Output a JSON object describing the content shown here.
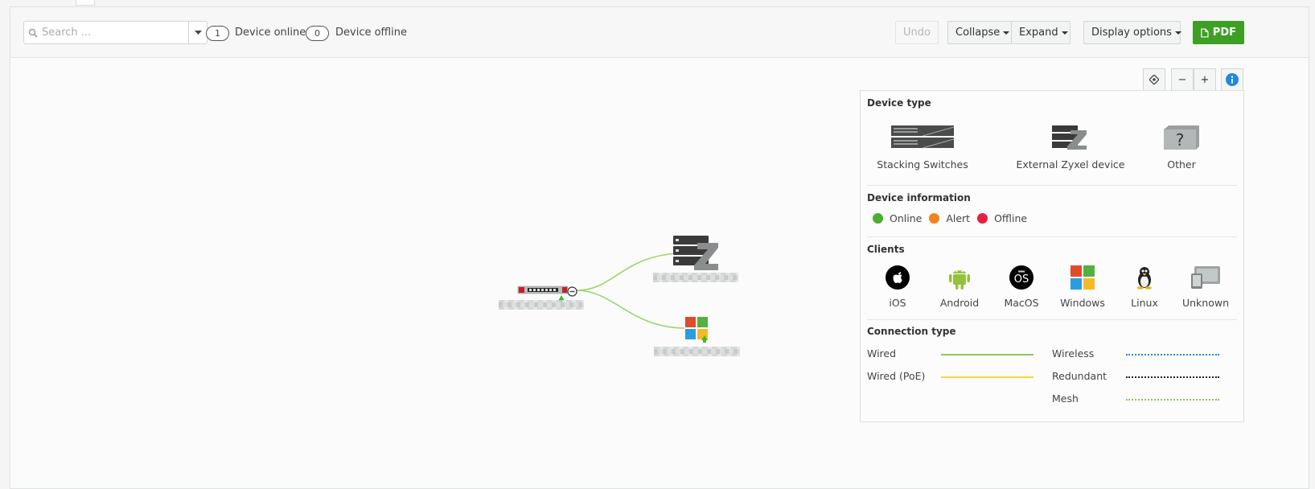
{
  "toolbar": {
    "search_placeholder": "Search ...",
    "online_count": "1",
    "online_label": "Device online",
    "offline_count": "0",
    "offline_label": "Device offline",
    "undo": "Undo",
    "collapse": "Collapse",
    "expand": "Expand",
    "display_options": "Display options",
    "pdf": "PDF"
  },
  "map_controls": {
    "locate_icon": "locate-icon",
    "zoom_out": "−",
    "zoom_in": "+",
    "info_icon": "info-icon"
  },
  "legend": {
    "device_type_title": "Device type",
    "device_types": [
      "Stacking Switches",
      "External Zyxel device",
      "Other"
    ],
    "device_info_title": "Device information",
    "statuses": [
      {
        "label": "Online",
        "color": "#4cae2c"
      },
      {
        "label": "Alert",
        "color": "#f5821f"
      },
      {
        "label": "Offline",
        "color": "#e8203d"
      }
    ],
    "clients_title": "Clients",
    "clients": [
      "iOS",
      "Android",
      "MacOS",
      "Windows",
      "Linux",
      "Unknown"
    ],
    "connection_title": "Connection type",
    "connections": [
      {
        "label": "Wired",
        "color": "#8dc85a",
        "style": "solid"
      },
      {
        "label": "Wired (PoE)",
        "color": "#f2d64a",
        "style": "solid"
      },
      {
        "label": "Wireless",
        "color": "#1e88e5",
        "style": "dashed"
      },
      {
        "label": "Redundant",
        "color": "#222222",
        "style": "dashed"
      },
      {
        "label": "Mesh",
        "color": "#8dc85a",
        "style": "dashed"
      }
    ]
  },
  "colors": {
    "accent_green": "#3d9f24",
    "info_blue": "#1e88e5",
    "link_green": "#9fd46e"
  }
}
